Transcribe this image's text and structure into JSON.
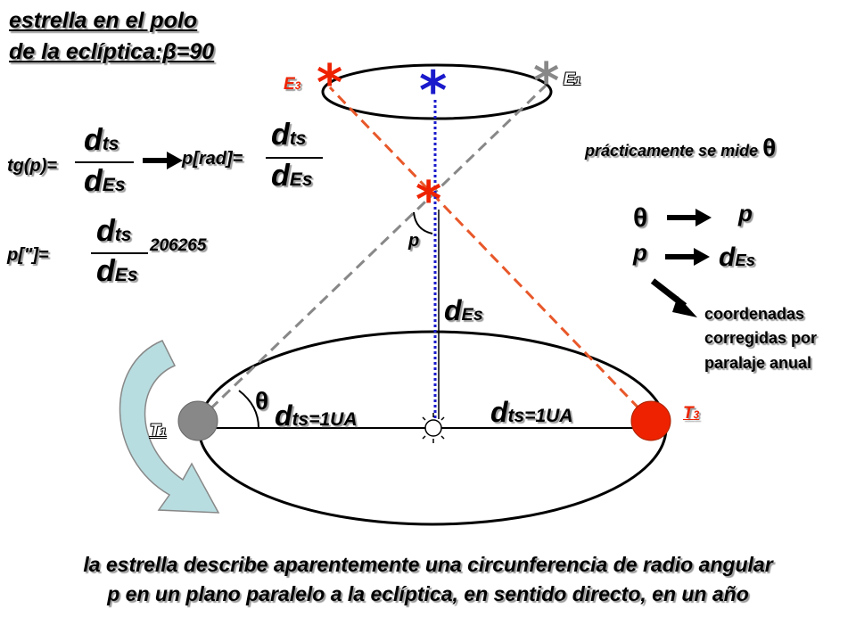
{
  "title": {
    "line1": "estrella en el polo",
    "line2": "de la eclíptica:β=90"
  },
  "formulas": {
    "tg_label": "tg(p)=",
    "prad_label": "p[rad]=",
    "parcsec_label": "p[\"]=",
    "d": "d",
    "ts": "ts",
    "es": "Es",
    "constant": "206265"
  },
  "labels": {
    "E3": "E",
    "E3_sub": "3",
    "E1": "E",
    "E1_sub": "1",
    "T1": "T",
    "T1_sub": "1",
    "T3": "T",
    "T3_sub": "3",
    "p_angle": "p",
    "theta": "θ",
    "d_ts_1ua": "ts=1UA",
    "measured": "prácticamente se mide",
    "theta_sym": "θ",
    "p_sym": "p",
    "corrected_1": "coordenadas",
    "corrected_2": "corregidas por",
    "corrected_3": "paralaje anual"
  },
  "caption": {
    "line1": "la estrella describe aparentemente una  circunferencia de radio angular",
    "line2": "p en un plano paralelo a la eclíptica, en sentido directo, en un año"
  },
  "colors": {
    "red": "#ee2200",
    "blue": "#1a1acc",
    "orange": "#e8582a",
    "gray": "#888888",
    "arrow_fill": "#b8dde0"
  }
}
